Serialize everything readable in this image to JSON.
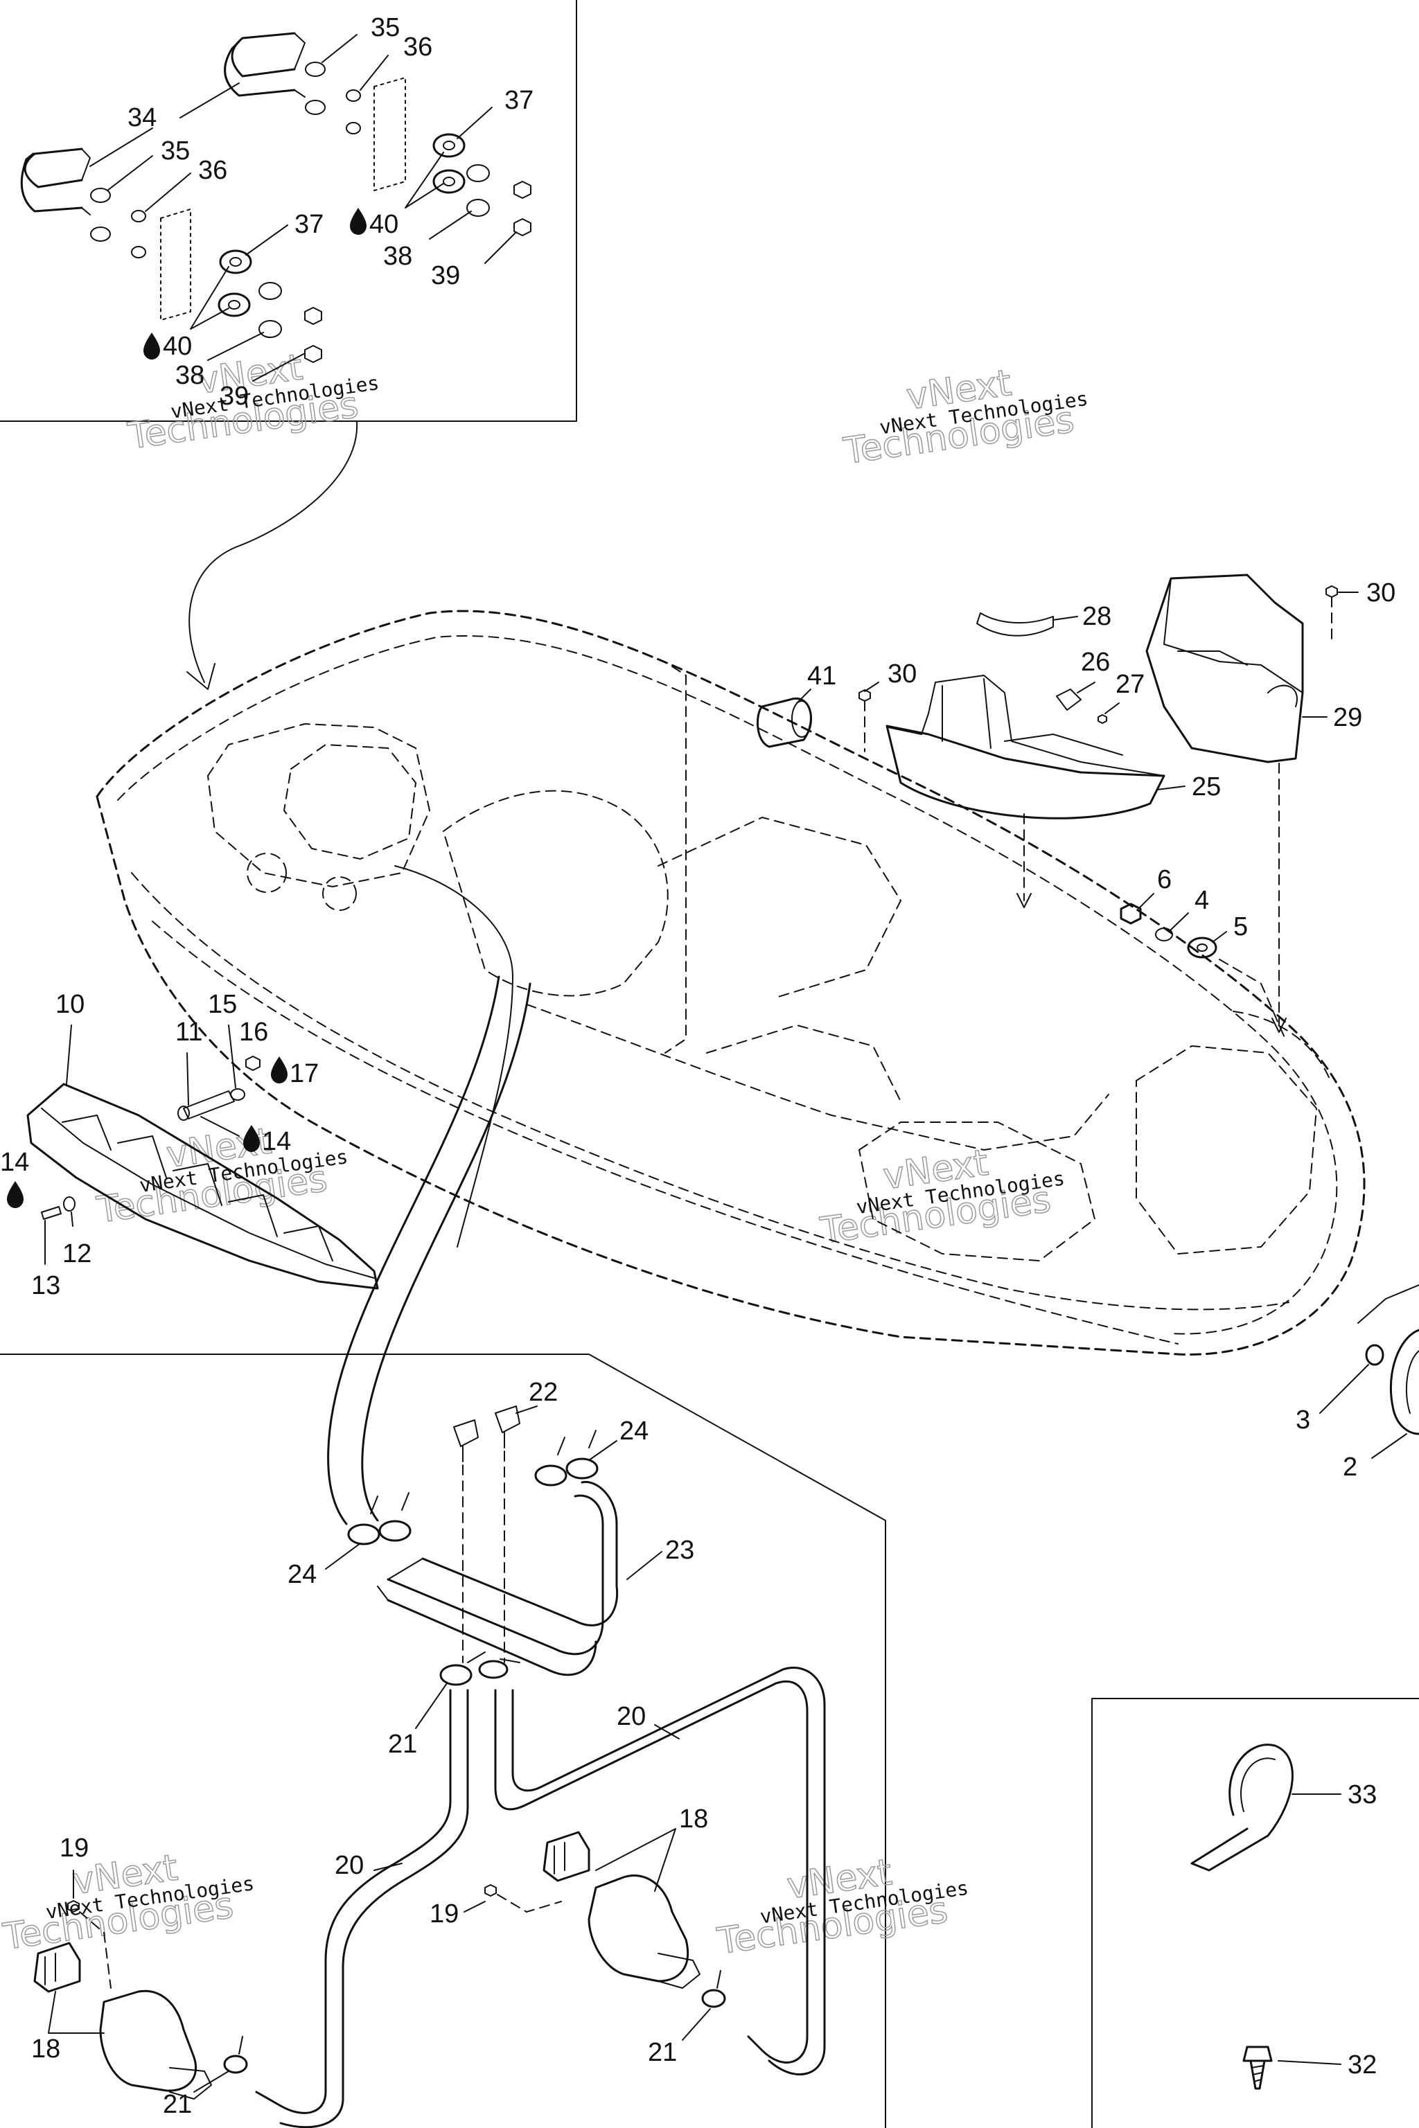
{
  "watermark": {
    "line1": "vNext",
    "line2": "Technologies",
    "small": "vNext Technologies"
  },
  "callouts": {
    "c2": "2",
    "c3": "3",
    "c4": "4",
    "c5": "5",
    "c6": "6",
    "c10": "10",
    "c11": "11",
    "c12": "12",
    "c13": "13",
    "c14a": "14",
    "c14b": "14",
    "c15": "15",
    "c16": "16",
    "c17": "17",
    "c18a": "18",
    "c18b": "18",
    "c19a": "19",
    "c19b": "19",
    "c20a": "20",
    "c20b": "20",
    "c21a": "21",
    "c21b": "21",
    "c21c": "21",
    "c22": "22",
    "c23": "23",
    "c24a": "24",
    "c24b": "24",
    "c25": "25",
    "c26": "26",
    "c27": "27",
    "c28": "28",
    "c29": "29",
    "c30a": "30",
    "c30b": "30",
    "c32": "32",
    "c33": "33",
    "c34": "34",
    "c35a": "35",
    "c35b": "35",
    "c36a": "36",
    "c36b": "36",
    "c37a": "37",
    "c37b": "37",
    "c38a": "38",
    "c38b": "38",
    "c39a": "39",
    "c39b": "39",
    "c40a": "40",
    "c40b": "40",
    "c41": "41"
  }
}
